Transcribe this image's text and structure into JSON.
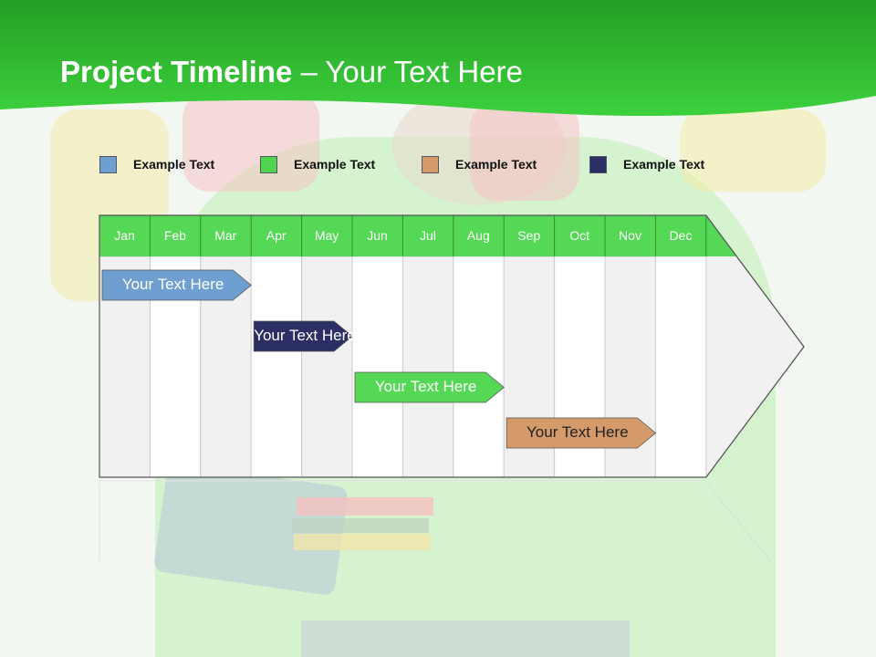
{
  "title": {
    "bold": "Project Timeline",
    "rest": " – Your Text Here"
  },
  "legend": [
    {
      "label": "Example Text",
      "color": "#6f9fd0"
    },
    {
      "label": "Example Text",
      "color": "#4fd44f"
    },
    {
      "label": "Example Text",
      "color": "#d49a6a"
    },
    {
      "label": "Example Text",
      "color": "#2b2f63"
    }
  ],
  "months": [
    "Jan",
    "Feb",
    "Mar",
    "Apr",
    "May",
    "Jun",
    "Jul",
    "Aug",
    "Sep",
    "Oct",
    "Nov",
    "Dec"
  ],
  "colors": {
    "header_green": "#33c733",
    "month_header_green": "#55d855",
    "stripe_gray": "#f1f1f1",
    "stripe_white": "#ffffff"
  },
  "chart_data": {
    "type": "gantt",
    "categories": [
      "Jan",
      "Feb",
      "Mar",
      "Apr",
      "May",
      "Jun",
      "Jul",
      "Aug",
      "Sep",
      "Oct",
      "Nov",
      "Dec"
    ],
    "tasks": [
      {
        "label": "Your  Text Here",
        "start_month": 1.0,
        "end_month": 4.0,
        "color": "#6f9fd0",
        "text_color": "#ffffff"
      },
      {
        "label": "Your  Text Here",
        "start_month": 4.0,
        "end_month": 6.0,
        "color": "#2b2f63",
        "text_color": "#ffffff"
      },
      {
        "label": "Your  Text Here",
        "start_month": 6.0,
        "end_month": 9.0,
        "color": "#55d855",
        "text_color": "#ffffff"
      },
      {
        "label": "Your  Text Here",
        "start_month": 9.0,
        "end_month": 12.0,
        "color": "#d49a6a",
        "text_color": "#222222"
      }
    ]
  }
}
